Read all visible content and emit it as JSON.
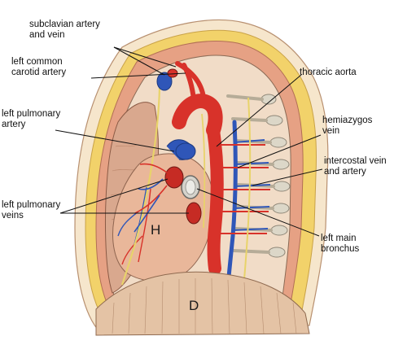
{
  "labels": {
    "subclavian": "subclavian artery\nand vein",
    "carotid": "left common\ncarotid artery",
    "pulm_artery": "left pulmonary\nartery",
    "pulm_veins": "left pulmonary\nveins",
    "aorta": "thoracic aorta",
    "hemiazygos": "hemiazygos\nvein",
    "intercostal": "intercostal vein\nand artery",
    "bronchus": "left main\nbronchus"
  },
  "regions": {
    "heart": "H",
    "diaphragm": "D"
  },
  "colors": {
    "artery": "#d8322a",
    "vein": "#2f56b8",
    "nerve": "#e8d36a",
    "fat": "#f2d26a",
    "muscle": "#e6a184",
    "lung": "#d9a88e",
    "pericardium": "#e9b79a",
    "diaphragm": "#e4c3a5",
    "rib": "#dcd7c8",
    "skin": "#f6e6cc"
  }
}
